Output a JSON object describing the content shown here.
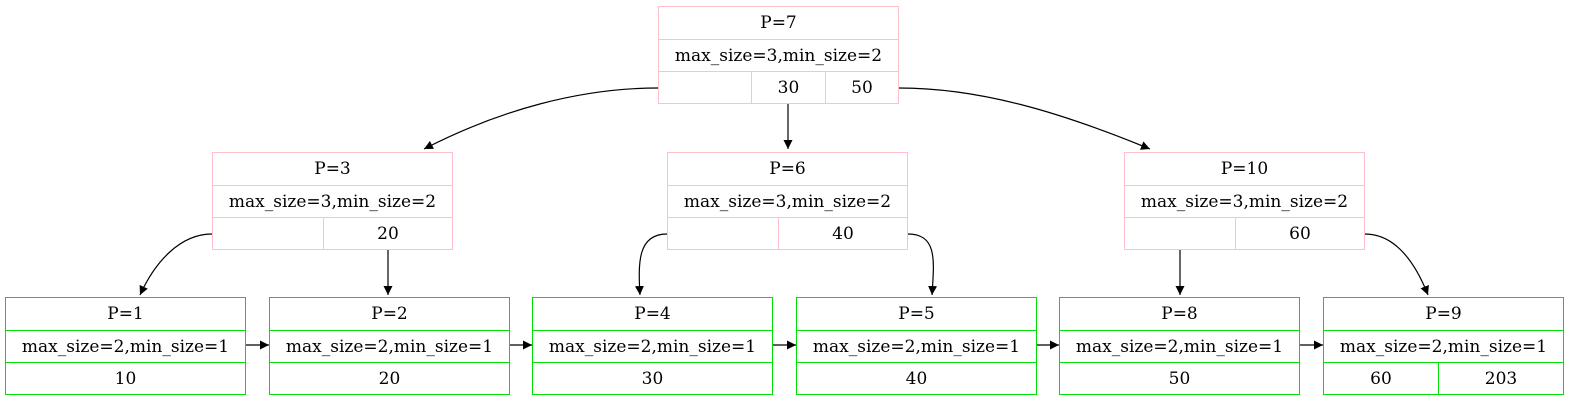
{
  "colors": {
    "internal_border": "#ffc0cb",
    "leaf_border": "#00e000",
    "edge": "#000000"
  },
  "nodes": {
    "p7": {
      "title": "P=7",
      "meta": "max_size=3,min_size=2",
      "keys": [
        "",
        "30",
        "50"
      ]
    },
    "p3": {
      "title": "P=3",
      "meta": "max_size=3,min_size=2",
      "keys": [
        "",
        "20"
      ]
    },
    "p6": {
      "title": "P=6",
      "meta": "max_size=3,min_size=2",
      "keys": [
        "",
        "40"
      ]
    },
    "p10": {
      "title": "P=10",
      "meta": "max_size=3,min_size=2",
      "keys": [
        "",
        "60"
      ]
    },
    "p1": {
      "title": "P=1",
      "meta": "max_size=2,min_size=1",
      "keys": [
        "10"
      ]
    },
    "p2": {
      "title": "P=2",
      "meta": "max_size=2,min_size=1",
      "keys": [
        "20"
      ]
    },
    "p4": {
      "title": "P=4",
      "meta": "max_size=2,min_size=1",
      "keys": [
        "30"
      ]
    },
    "p5": {
      "title": "P=5",
      "meta": "max_size=2,min_size=1",
      "keys": [
        "40"
      ]
    },
    "p8": {
      "title": "P=8",
      "meta": "max_size=2,min_size=1",
      "keys": [
        "50"
      ]
    },
    "p9": {
      "title": "P=9",
      "meta": "max_size=2,min_size=1",
      "keys": [
        "60",
        "203"
      ]
    }
  }
}
